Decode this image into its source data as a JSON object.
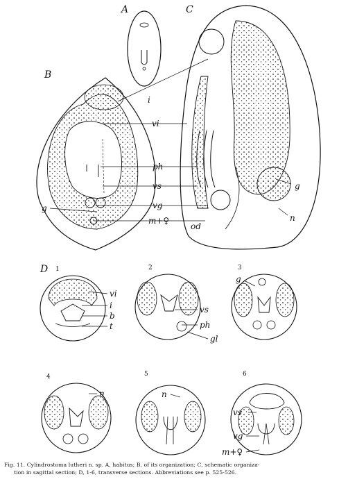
{
  "panels": {
    "A": "A",
    "B": "B",
    "C": "C",
    "D": "D"
  },
  "section_numbers": [
    "1",
    "2",
    "3",
    "4",
    "5",
    "6"
  ],
  "labels": {
    "upper": [
      "i",
      "vi",
      "ph",
      "vs",
      "vg",
      "m+♀",
      "g",
      "od",
      "n"
    ],
    "sec1": [
      "vi",
      "i",
      "b",
      "t"
    ],
    "sec2": [
      "vs",
      "ph",
      "gl"
    ],
    "sec3": [
      "g"
    ],
    "sec4": [
      "n"
    ],
    "sec5": [
      "n"
    ],
    "sec6": [
      "vs",
      "vg",
      "m+♀"
    ]
  },
  "caption": {
    "line1": "Fig. 11. Cylindrostoma lutheri n. sp. A, habitus; B, of its organization; C, schematic organiza-",
    "line2": "tion in sagittal section; D, 1-6, transverse sections. Abbreviations see p. 525-526."
  }
}
